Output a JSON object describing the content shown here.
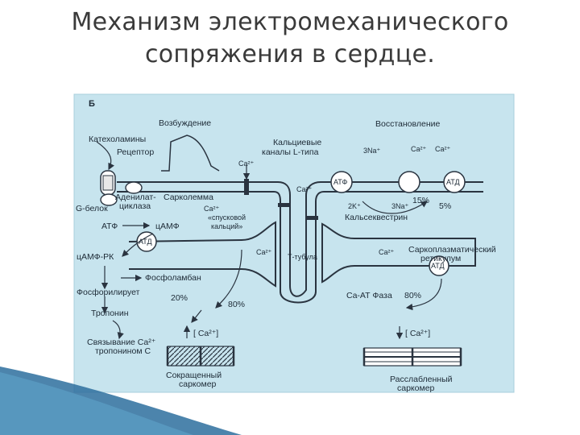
{
  "slide": {
    "title_line1": "Механизм электромеханического",
    "title_line2": "сопряжения в сердце."
  },
  "diagram": {
    "panel_letter": "Б",
    "labels": {
      "excitation": "Возбуждение",
      "catecholamines": "Катехоламины",
      "receptor": "Рецептор",
      "calcium_channels_1": "Кальциевые",
      "calcium_channels_2": "каналы L-типа",
      "recovery": "Восстановление",
      "na_top": "3Na⁺",
      "ca_top_1": "Ca²⁺",
      "ca_top_2": "Ca²⁺",
      "ca_channel": "Ca²⁺",
      "atf_pump_left": "АТФ",
      "atd_pump_right": "АТД",
      "ca_t_tubule": "Ca²⁺",
      "adenylate_1": "Аденилат-",
      "adenylate_2": "циклаза",
      "sarcolemma": "Сарколемма",
      "g_protein": "G-белок",
      "ca_sarcolemma": "Ca²⁺",
      "k_ion": "2K⁺",
      "na_bottom": "3Na⁺",
      "pct_15": "15%",
      "pct_5": "5%",
      "atf": "АТФ",
      "camp": "цАМФ",
      "trigger_1": "«спусковой",
      "trigger_2": "кальций»",
      "calsequestrin": "Кальсеквестрин",
      "atd_left": "АТД",
      "camp_pk": "цАМФ-РК",
      "ca_sr_left": "Ca²⁺",
      "t_tubule": "Т-тубула",
      "ca_sr_right": "Ca²⁺",
      "sr_1": "Саркоплазматический",
      "sr_2": "ретикулум",
      "atd_sr_right": "АТД",
      "phospholamban": "Фосфоламбан",
      "phosphorylates": "Фосфорилирует",
      "ca_atf_phase": "Ca-АТ Фаза",
      "pct_80_right": "80%",
      "pct_20": "20%",
      "pct_80_left": "80%",
      "troponin": "Тропонин",
      "ca_up": "[ Ca²⁺]",
      "ca_down": "[ Ca²⁺]",
      "binding_1": "Связывание Ca²⁺",
      "binding_2": "тропонином C",
      "contracted_1": "Сокращенный",
      "contracted_2": "саркомер",
      "relaxed_1": "Расслабленный",
      "relaxed_2": "саркомер"
    }
  },
  "colors": {
    "panel_bg": "#c7e4ee",
    "panel_border": "#a9cfdc",
    "ink": "#2a3440",
    "title": "#3a3a3a"
  }
}
